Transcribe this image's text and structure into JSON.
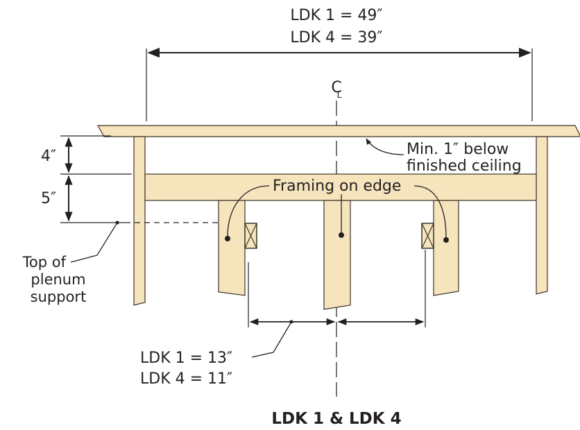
{
  "dimensions": {
    "overall_line1": "LDK 1 = 49″",
    "overall_line2": "LDK 4 = 39″",
    "top_gap": "4″",
    "framing_depth": "5″",
    "spacing_line1": "LDK 1 = 13″",
    "spacing_line2": "LDK 4 = 11″"
  },
  "labels": {
    "centerline_symbol": "C",
    "centerline_subscript": "L",
    "ceiling_note_line1": "Min. 1″ below",
    "ceiling_note_line2": "finished ceiling",
    "framing_note": "Framing on edge",
    "plenum_line1": "Top of",
    "plenum_line2": "plenum",
    "plenum_line3": "support",
    "title": "LDK 1 & LDK 4"
  },
  "colors": {
    "wood_fill": "#f6e4bd",
    "line": "#231f20"
  }
}
